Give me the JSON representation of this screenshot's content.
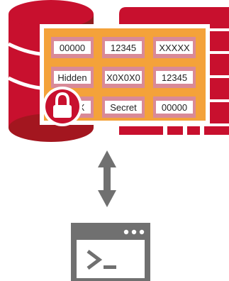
{
  "colors": {
    "accent_red": "#c8102e",
    "dark_red": "#8f1d1f",
    "orange": "#f4a23a",
    "cell_pink": "#d98a97",
    "gray": "#707070",
    "white": "#ffffff"
  },
  "icons": [
    "database-icon",
    "server-rack-icon",
    "lock-icon",
    "bidirectional-arrow-icon",
    "terminal-window-icon"
  ],
  "masked_grid": {
    "rows": [
      [
        "00000",
        "12345",
        "XXXXX"
      ],
      [
        "Hidden",
        "X0X0X0",
        "12345"
      ],
      [
        "XXXX",
        "Secret",
        "00000"
      ]
    ]
  },
  "terminal": {
    "prompt_symbol": ">_"
  }
}
